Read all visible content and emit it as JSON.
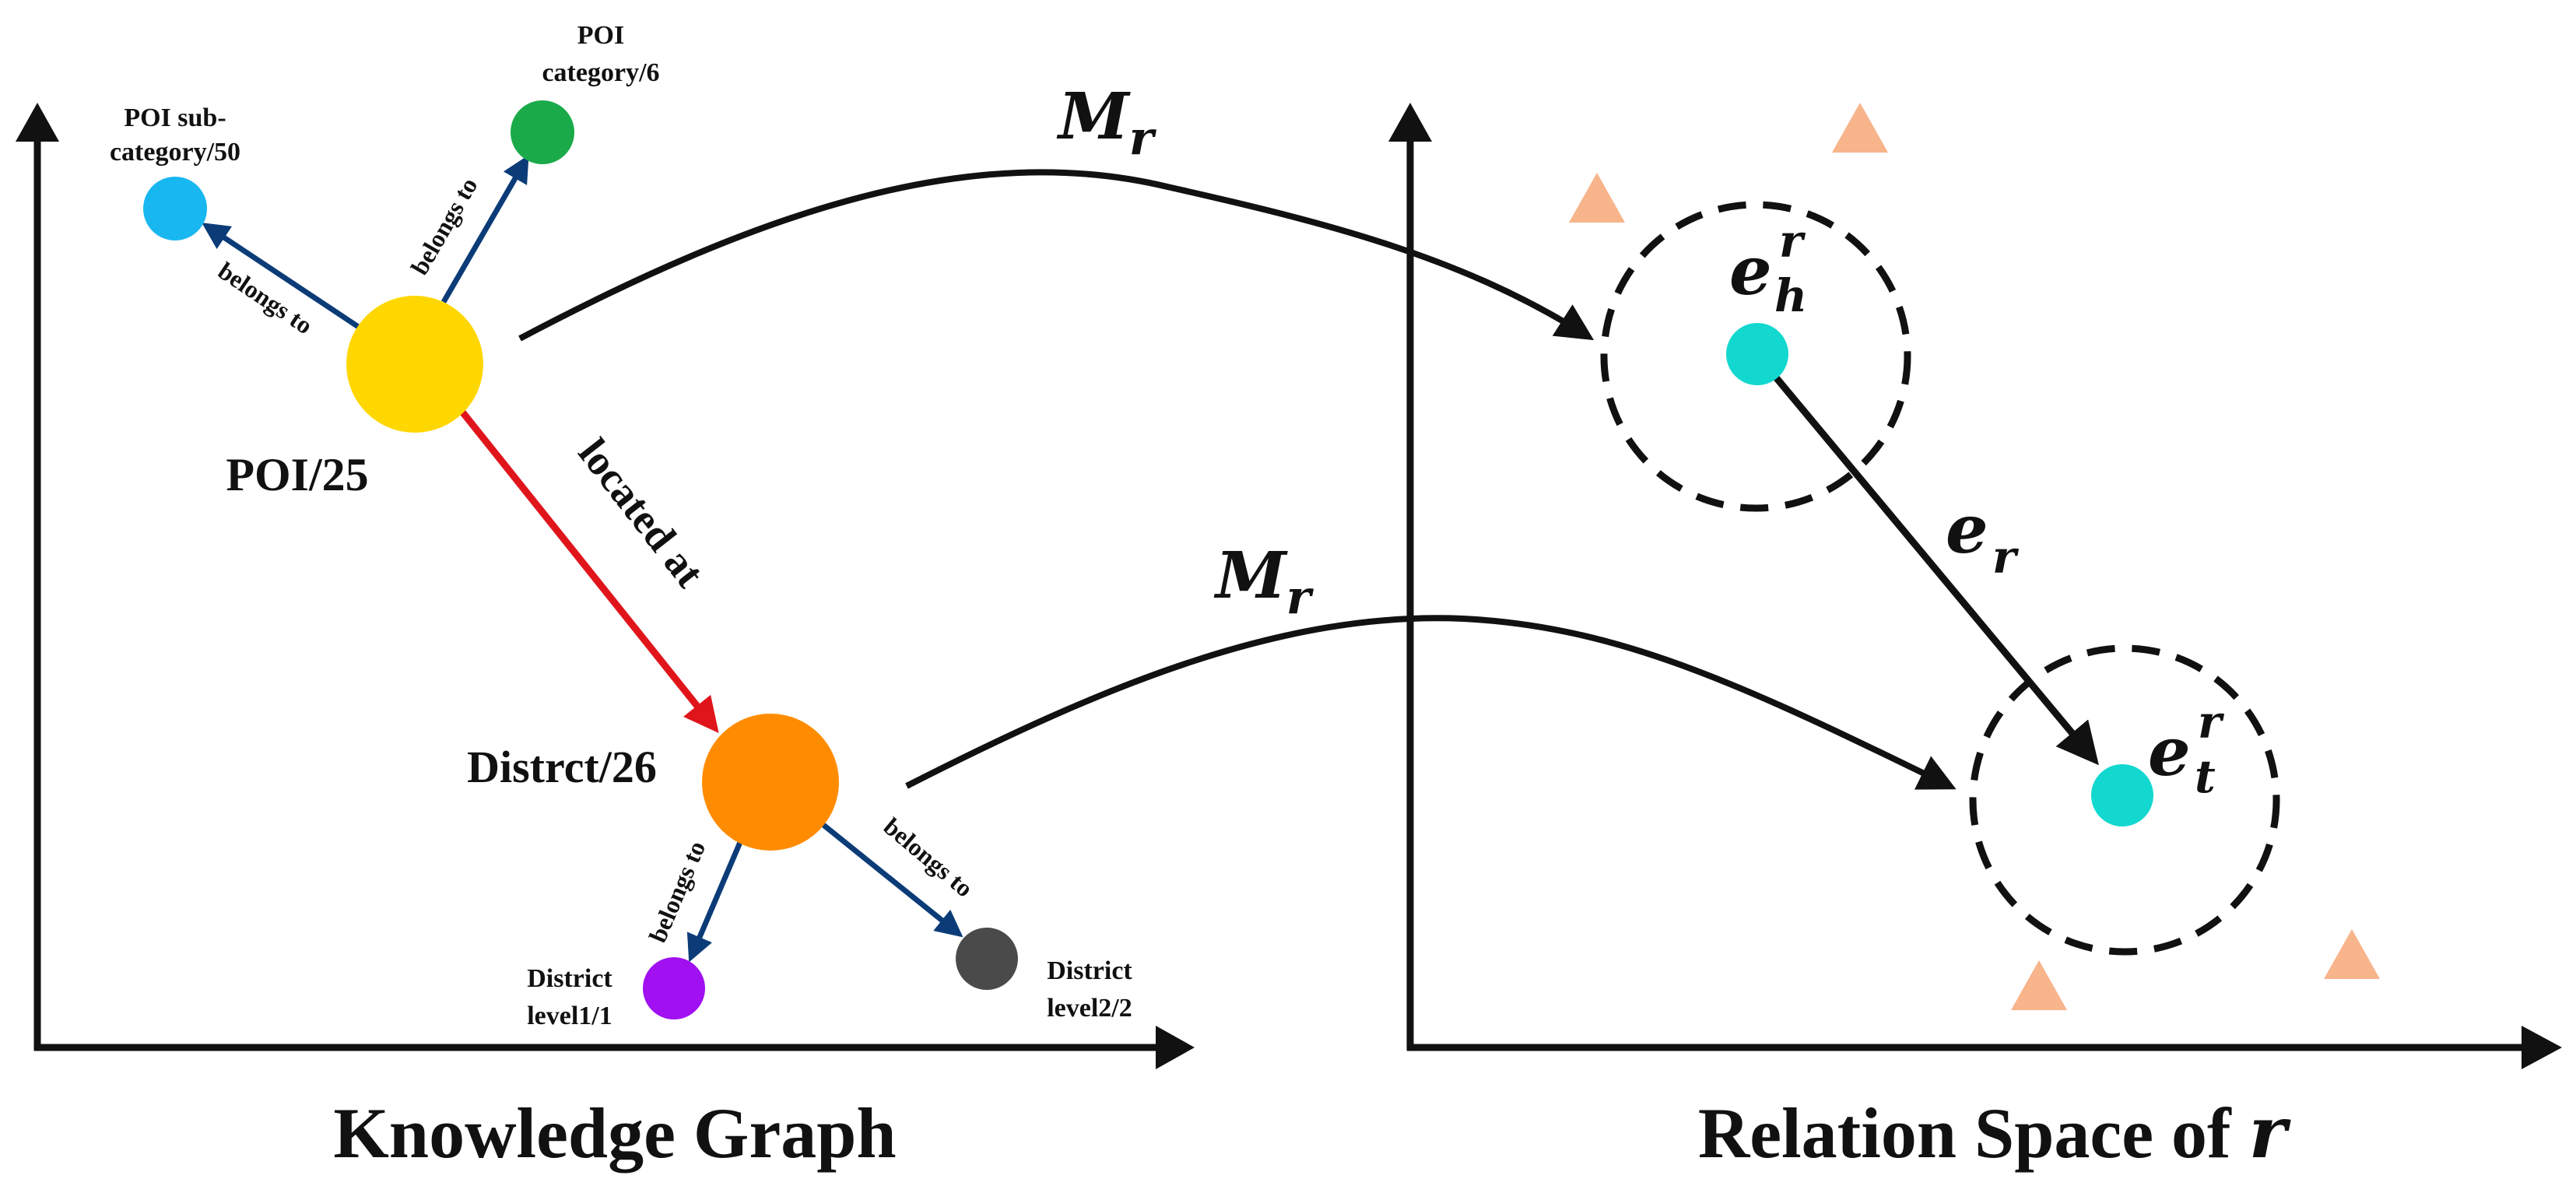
{
  "left_panel": {
    "title": "Knowledge Graph",
    "nodes": {
      "poi": {
        "label": "POI/25",
        "color": "#FFD700"
      },
      "poi_category": {
        "label_line1": "POI",
        "label_line2": "category/6",
        "color": "#1AAA4A"
      },
      "poi_subcategory": {
        "label_line1": "POI sub-",
        "label_line2": "category/50",
        "color": "#19B7F0"
      },
      "district": {
        "label": "Distrct/26",
        "color": "#FF8C00"
      },
      "district_level1": {
        "label_line1": "District",
        "label_line2": "level1/1",
        "color": "#A010F0"
      },
      "district_level2": {
        "label_line1": "District",
        "label_line2": "level2/2",
        "color": "#4A4A4A"
      }
    },
    "edges": {
      "poi_to_subcategory": "belongs to",
      "poi_to_category": "belongs to",
      "poi_to_district": "located at",
      "district_to_level1": "belongs to",
      "district_to_level2": "belongs to"
    }
  },
  "right_panel": {
    "title_prefix": "Relation Space of",
    "title_symbol": "r",
    "head_entity": {
      "base": "e",
      "sup": "r",
      "sub": "h"
    },
    "tail_entity": {
      "base": "e",
      "sup": "r",
      "sub": "t"
    },
    "relation_vector": {
      "base": "e",
      "sub": "r"
    },
    "entity_color": "#12D8CF",
    "triangle_color": "#F8B48A"
  },
  "projection": {
    "base": "M",
    "sub": "r"
  },
  "colors": {
    "belongs_edge": "#0B3C78",
    "located_edge": "#E0151B",
    "ink": "#111111"
  }
}
